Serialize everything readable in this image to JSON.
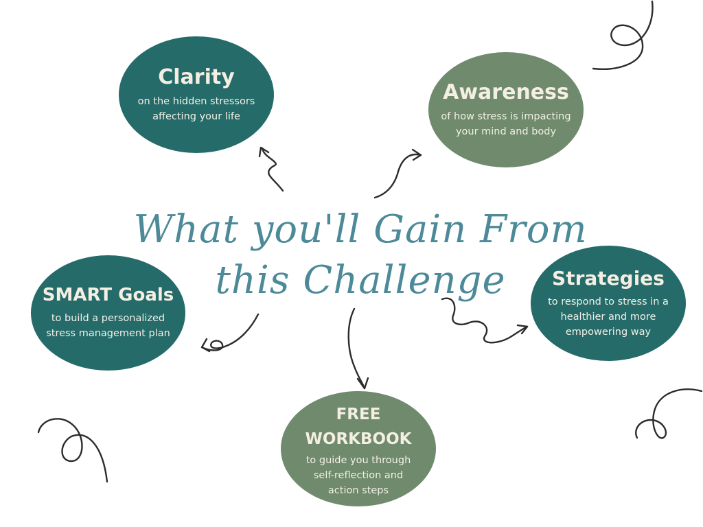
{
  "title": "What you'll Gain From this Challenge",
  "colors": {
    "teal": "#256b6a",
    "sage": "#6f8a6d",
    "title_blue": "#4d8a99",
    "ink": "#2c2c2c",
    "cream": "#f4efe2"
  },
  "items": [
    {
      "id": "clarity",
      "title": "Clarity",
      "description_lines": [
        "on the hidden stressors",
        "affecting your life"
      ],
      "color": "teal"
    },
    {
      "id": "awareness",
      "title": "Awareness",
      "description_lines": [
        "of how stress is impacting",
        "your mind and body"
      ],
      "color": "sage"
    },
    {
      "id": "smart",
      "title": "SMART Goals",
      "description_lines": [
        "to build a personalized",
        "stress management plan"
      ],
      "color": "teal"
    },
    {
      "id": "strategies",
      "title": "Strategies",
      "description_lines": [
        "to respond to stress in a",
        "healthier and more",
        "empowering way"
      ],
      "color": "teal"
    },
    {
      "id": "workbook",
      "title": "FREE WORKBOOK",
      "description_lines": [
        "to guide you through",
        "self-reflection and",
        "action steps"
      ],
      "color": "sage"
    }
  ],
  "decorations": [
    "swirl-top-right",
    "swirl-bottom-left",
    "swirl-bottom-right"
  ],
  "arrows": [
    "arrow-to-clarity",
    "arrow-to-awareness",
    "arrow-to-smart-goals",
    "arrow-to-strategies",
    "arrow-to-workbook"
  ]
}
